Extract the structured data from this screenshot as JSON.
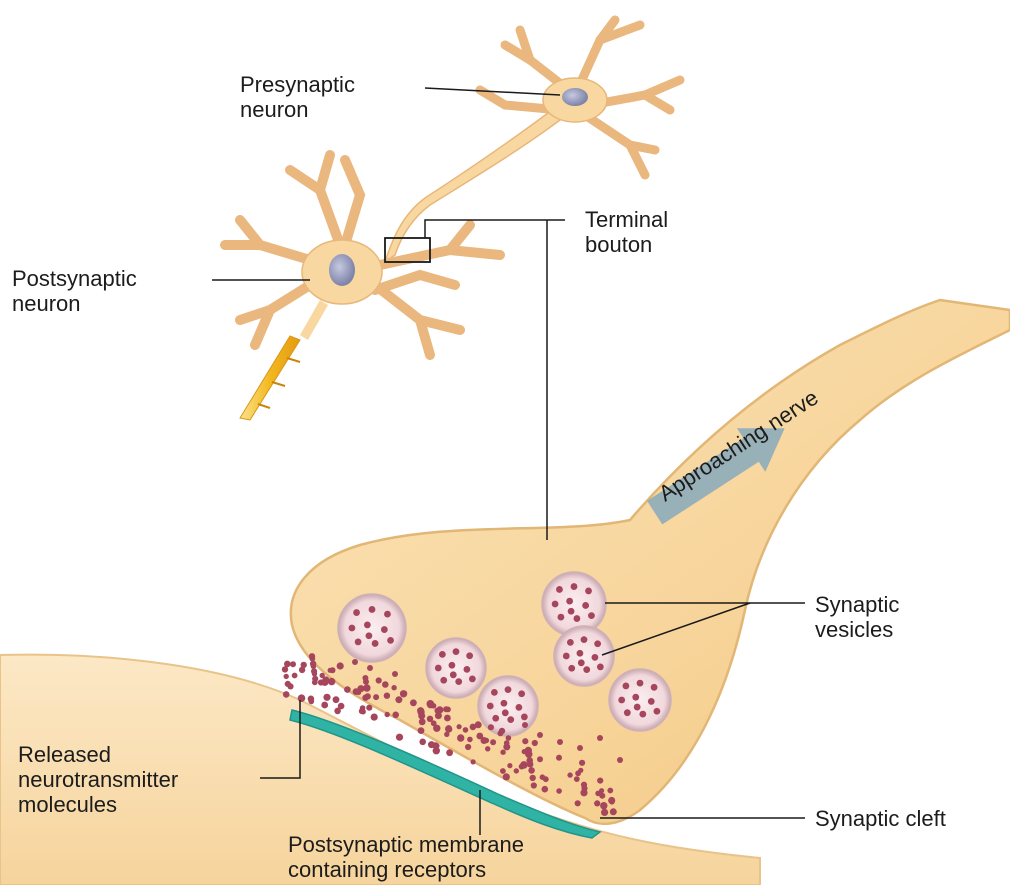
{
  "labels": {
    "presynaptic_neuron": [
      "Presynaptic",
      "neuron"
    ],
    "postsynaptic_neuron": [
      "Postsynaptic",
      "neuron"
    ],
    "terminal_bouton": [
      "Terminal",
      "bouton"
    ],
    "approaching_nerve": "Approaching nerve",
    "synaptic_vesicles": [
      "Synaptic",
      "vesicles"
    ],
    "released_neurotransmitter": [
      "Released",
      "neurotransmitter",
      "molecules"
    ],
    "synaptic_cleft": "Synaptic cleft",
    "postsynaptic_membrane": [
      "Postsynaptic membrane",
      "containing receptors"
    ]
  },
  "colors": {
    "neuron_fill": "#f8d7a0",
    "neuron_edge": "#e7b77a",
    "nucleus": "#8f93b5",
    "myelin": "#f2b820",
    "terminal_fill": "#f9daa3",
    "receptor_membrane": "#2fb3a5",
    "molecule": "#a6465d",
    "vesicle_fill": "#f6e0e3",
    "arrow": "#87a9bb"
  }
}
